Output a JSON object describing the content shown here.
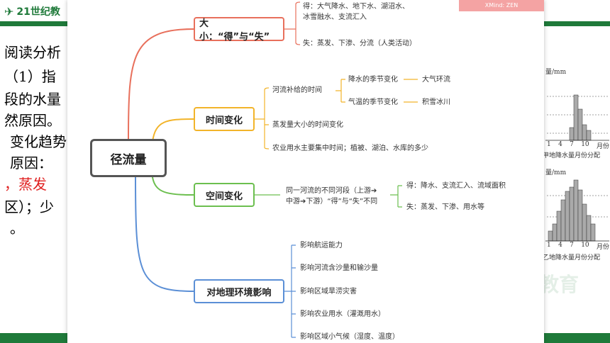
{
  "background": {
    "logo_text": "21世纪教",
    "lines": [
      "阅读分析",
      "（1）指",
      "段的水量",
      "然原因。",
      "变化趋势",
      "原因：",
      "，蒸发",
      "区）；少",
      "。"
    ],
    "chart_top": {
      "ylabel": "量/mm",
      "ticks": [
        "1",
        "4",
        "7",
        "10",
        "月份"
      ],
      "caption": "甲地降水量月份分配"
    },
    "chart_bottom": {
      "ylabel": "量/mm",
      "ticks": [
        "1",
        "4",
        "7",
        "10",
        "月份"
      ],
      "caption": "乙地降水量月份分配"
    },
    "watermark": "教育"
  },
  "mindmap": {
    "badge": "XMind: ZEN",
    "root": "径流量",
    "branches": [
      {
        "label": "大小：“得”与“失”",
        "color": "#e8705c",
        "leaves": [
          "得：大气降水、地下水、湖沼水、",
          "冰雪融水、支流汇入",
          "失：蒸发、下渗、分流（人类活动）"
        ]
      },
      {
        "label": "时间变化",
        "color": "#f2b42a",
        "sub": [
          "河流补给的时间",
          "蒸发量大小的时间变化",
          "农业用水主要集中时间；植被、湖泊、水库的多少"
        ],
        "subsub": [
          "降水的季节变化",
          "气温的季节变化"
        ],
        "subsub_leaves": [
          "大气环流",
          "积雪冰川"
        ]
      },
      {
        "label": "空间变化",
        "color": "#6cbf4f",
        "sub": [
          "同一河流的不同河段（上游➔",
          "中游➔下游）“得”与“失”不同"
        ],
        "leaves": [
          "得：降水、支流汇入、流域面积",
          "失：蒸发、下渗、用水等"
        ]
      },
      {
        "label": "对地理环境影响",
        "color": "#5b8fd6",
        "leaves": [
          "影响航运能力",
          "影响河流含沙量和输沙量",
          "影响区域旱涝灾害",
          "影响农业用水（灌溉用水）",
          "影响区域小气候（湿度、温度）"
        ]
      }
    ]
  }
}
